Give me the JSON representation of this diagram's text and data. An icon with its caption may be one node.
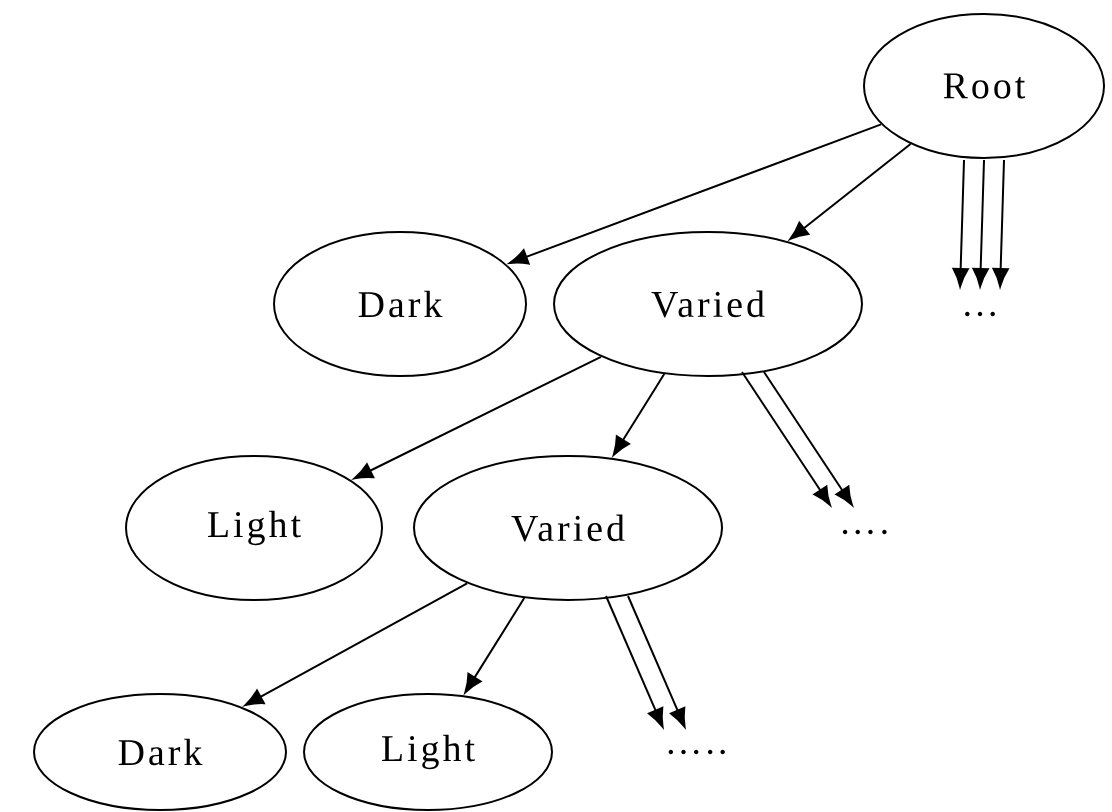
{
  "diagram": {
    "nodes": [
      {
        "text": [
          "Root"
        ]
      },
      {
        "text": [
          "Dark"
        ]
      },
      {
        "text": [
          "Varied"
        ]
      },
      {
        "text": [
          "…"
        ]
      },
      {
        "text": [
          "Light"
        ]
      },
      {
        "text": [
          "Varied"
        ]
      },
      {
        "text": [
          "…."
        ]
      },
      {
        "text": [
          "Dark"
        ]
      },
      {
        "text": [
          "Light"
        ]
      },
      {
        "text": [
          "….."
        ]
      }
    ],
    "edges": [
      {
        "from": 0,
        "to": 1,
        "arrow": "to"
      },
      {
        "from": 0,
        "to": 2,
        "arrow": "to"
      },
      {
        "from": 0,
        "to": 3,
        "arrow": "to"
      },
      {
        "from": 0,
        "to": 3,
        "arrow": "to"
      },
      {
        "from": 0,
        "to": 3,
        "arrow": "to"
      },
      {
        "from": 2,
        "to": 4,
        "arrow": "to"
      },
      {
        "from": 2,
        "to": 5,
        "arrow": "to"
      },
      {
        "from": 2,
        "to": 6,
        "arrow": "to"
      },
      {
        "from": 2,
        "to": 6,
        "arrow": "to"
      },
      {
        "from": 5,
        "to": 7,
        "arrow": "to"
      },
      {
        "from": 5,
        "to": 8,
        "arrow": "to"
      },
      {
        "from": 5,
        "to": 9,
        "arrow": "to"
      },
      {
        "from": 5,
        "to": 9,
        "arrow": "to"
      }
    ]
  }
}
